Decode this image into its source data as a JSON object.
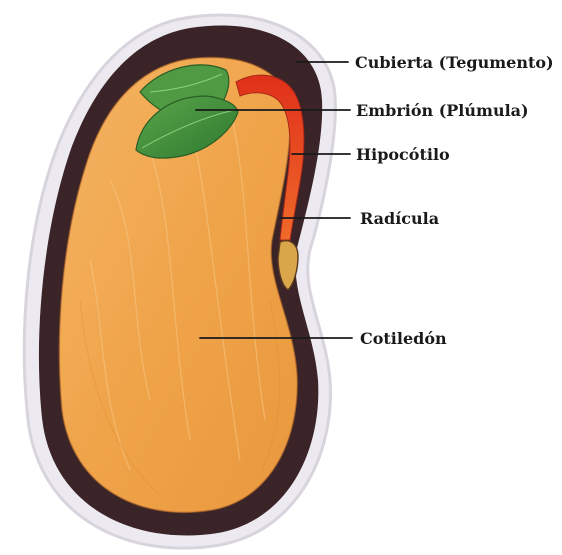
{
  "labels": {
    "cubierta": "Cubierta (Tegumento)",
    "embrion": "Embrión (Plúmula)",
    "hipocotilo": "Hipocótilo",
    "radicula": "Radícula",
    "cotiledon": "Cotiledón"
  },
  "colors": {
    "coat_dark": "#3a2428",
    "coat_edge": "#c9c3cc",
    "cotyledon": "#f0a74e",
    "cotyledon_light": "#f6c27a",
    "hypocotyl": "#e8401e",
    "leaf": "#3f8f3a",
    "radicle_tip": "#d9a64a"
  }
}
